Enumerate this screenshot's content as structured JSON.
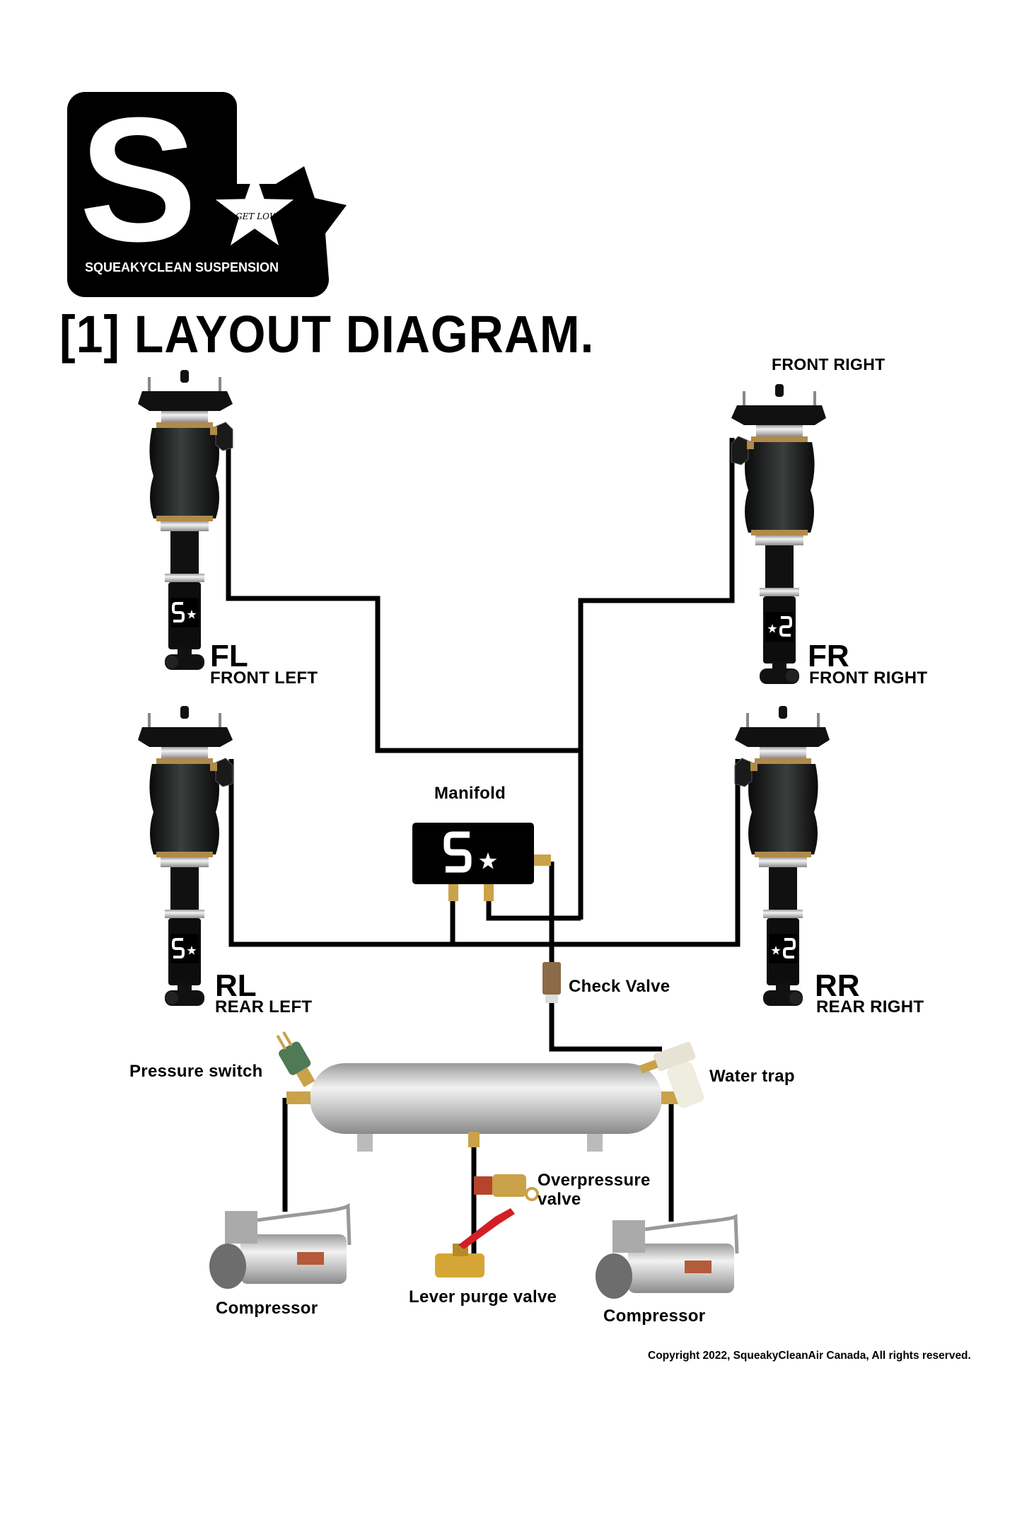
{
  "logo": {
    "brand": "SQUEAKYCLEAN SUSPENSION",
    "tagline": "GET LOW.ca",
    "letter": "S"
  },
  "title": "[1] LAYOUT DIAGRAM.",
  "corners": {
    "fl": {
      "code": "FL",
      "name": "FRONT LEFT"
    },
    "fr": {
      "code": "FR",
      "name": "FRONT RIGHT",
      "top_label": "FRONT RIGHT"
    },
    "rl": {
      "code": "RL",
      "name": "REAR LEFT"
    },
    "rr": {
      "code": "RR",
      "name": "REAR RIGHT"
    }
  },
  "components": {
    "manifold": "Manifold",
    "check_valve": "Check Valve",
    "pressure_switch": "Pressure switch",
    "water_trap": "Water trap",
    "overpressure_valve_line1": "Overpressure",
    "overpressure_valve_line2": "valve",
    "lever_purge_valve": "Lever purge valve",
    "compressor_left": "Compressor",
    "compressor_right": "Compressor"
  },
  "copyright": "Copyright 2022, SqueakyCleanAir Canada, All rights reserved.",
  "colors": {
    "line": "#000000",
    "brass": "#c9a24a",
    "tank": "#c8c8c8",
    "valve_handle": "#d21f25"
  }
}
